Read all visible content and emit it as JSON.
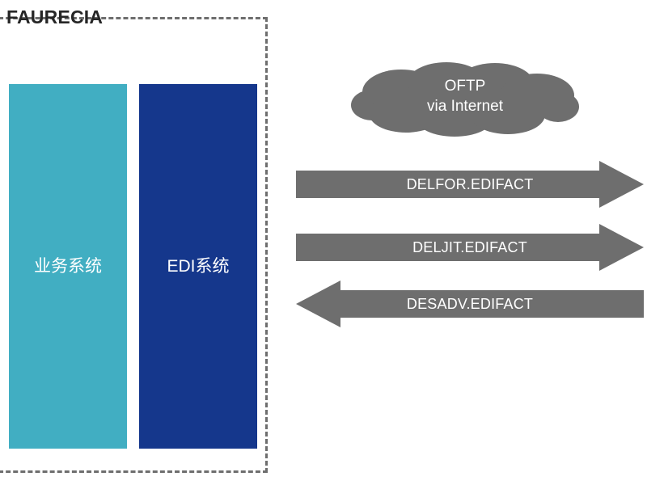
{
  "diagram": {
    "title": "FAURECIA",
    "boundary": {
      "name": "faurecia-system-boundary",
      "style": "dashed",
      "color": "#6e6e6e"
    },
    "systems": [
      {
        "label": "业务系统",
        "color": "#41AEC2",
        "name": "business-system"
      },
      {
        "label": "EDI系统",
        "color": "#15378C",
        "name": "edi-system"
      }
    ],
    "cloud": {
      "line1": "OFTP",
      "line2": "via Internet",
      "color": "#6E6E6E"
    },
    "messages": [
      {
        "label": "DELFOR.EDIFACT",
        "direction": "right",
        "color": "#6E6E6E"
      },
      {
        "label": "DELJIT.EDIFACT",
        "direction": "right",
        "color": "#6E6E6E"
      },
      {
        "label": "DESADV.EDIFACT",
        "direction": "left",
        "color": "#6E6E6E"
      }
    ]
  }
}
